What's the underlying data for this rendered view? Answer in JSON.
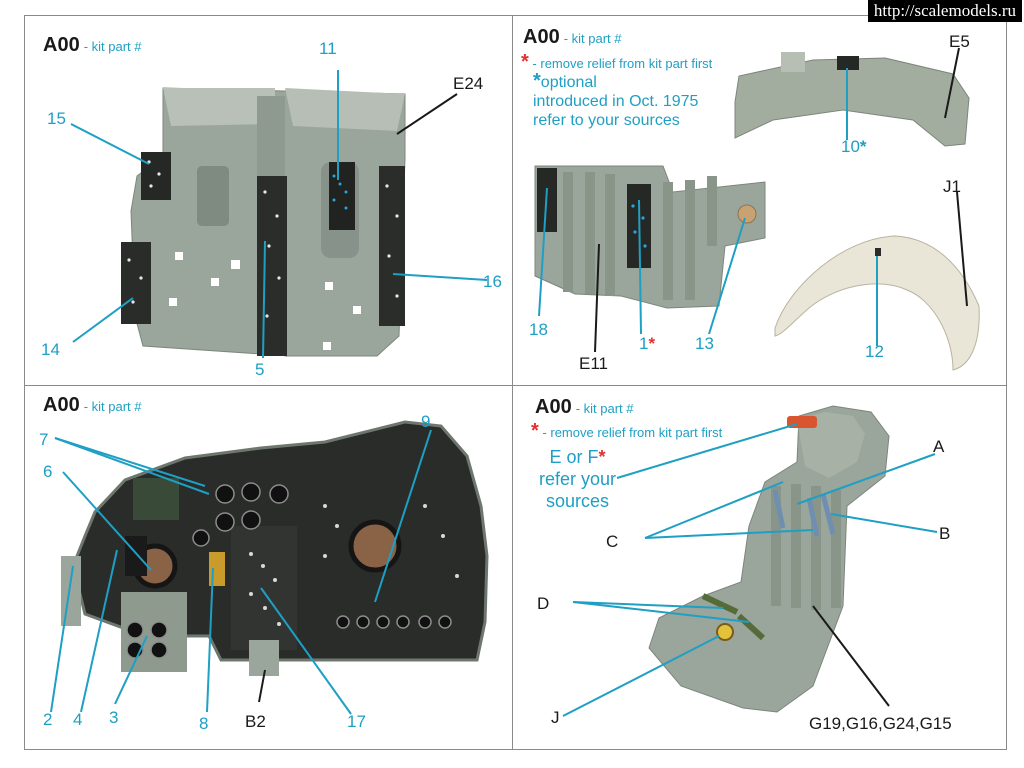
{
  "watermark": "http://scalemodels.ru",
  "colors": {
    "label": "#1e9fc4",
    "star_red": "#e0302f",
    "resin": "#9aa59b",
    "panel": "#2b2d2b"
  },
  "top_left": {
    "title": "A00",
    "subtitle": "- kit part #",
    "labels": {
      "l11": "11",
      "lE24": "E24",
      "l15": "15",
      "l16": "16",
      "l14": "14",
      "l5": "5"
    }
  },
  "top_right": {
    "title": "A00",
    "subtitle": "- kit part #",
    "legend_remove": "- remove relief from kit part first",
    "legend_optional_1": "optional",
    "legend_optional_2": "introduced in Oct. 1975",
    "legend_optional_3": "refer to your sources",
    "labels": {
      "lE5": "E5",
      "l10": "10",
      "lJ1": "J1",
      "l18": "18",
      "l1": "1",
      "l13": "13",
      "lE11": "E11",
      "l12": "12"
    }
  },
  "bottom_left": {
    "title": "A00",
    "subtitle": "- kit part #",
    "labels": {
      "l7": "7",
      "l6": "6",
      "l9": "9",
      "l2": "2",
      "l4": "4",
      "l3": "3",
      "l8": "8",
      "lB2": "B2",
      "l17": "17"
    }
  },
  "bottom_right": {
    "title": "A00",
    "subtitle": "- kit part #",
    "legend_remove": "- remove relief from kit part first",
    "eorf_1": "E or F",
    "eorf_2": "refer your",
    "eorf_3": "sources",
    "labels": {
      "lA": "A",
      "lB": "B",
      "lC": "C",
      "lD": "D",
      "lJ": "J",
      "lG": "G19,G16,G24,G15"
    }
  }
}
